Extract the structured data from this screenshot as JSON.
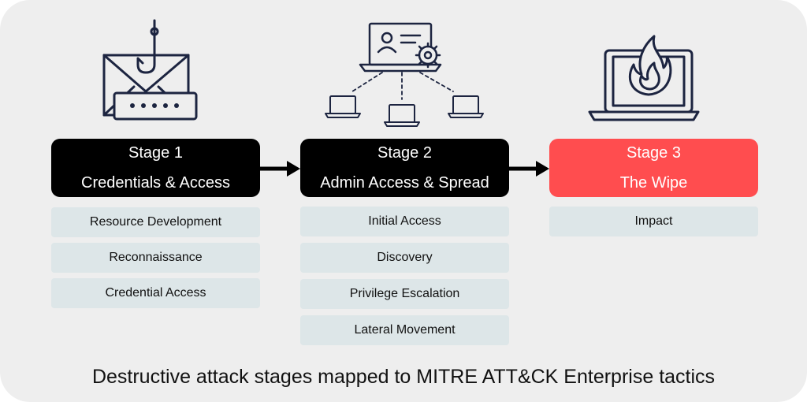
{
  "stages": [
    {
      "label": "Stage 1",
      "title": "Credentials & Access",
      "icon": "phishing-email-icon",
      "tactics": [
        "Resource Development",
        "Reconnaissance",
        "Credential Access"
      ]
    },
    {
      "label": "Stage 2",
      "title": "Admin Access & Spread",
      "icon": "admin-network-icon",
      "tactics": [
        "Initial Access",
        "Discovery",
        "Privilege Escalation",
        "Lateral Movement"
      ]
    },
    {
      "label": "Stage 3",
      "title": "The Wipe",
      "icon": "laptop-fire-icon",
      "tactics": [
        "Impact"
      ]
    }
  ],
  "caption": "Destructive attack stages mapped to MITRE ATT&CK Enterprise tactics",
  "colors": {
    "background": "#eeeeee",
    "stage_dark": "#000000",
    "stage_highlight": "#ff4d4f",
    "tactic_box": "#dde6e8",
    "icon_stroke": "#1c2440"
  }
}
